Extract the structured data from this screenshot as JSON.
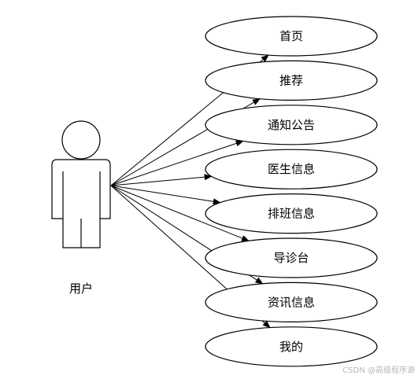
{
  "actor": {
    "label": "用户"
  },
  "use_cases": [
    {
      "label": "首页"
    },
    {
      "label": "推荐"
    },
    {
      "label": "通知公告"
    },
    {
      "label": "医生信息"
    },
    {
      "label": "排班信息"
    },
    {
      "label": "导诊台"
    },
    {
      "label": "资讯信息"
    },
    {
      "label": "我的"
    }
  ],
  "watermark": {
    "text": "CSDN @高级程序源"
  },
  "colors": {
    "stroke": "#000000",
    "background": "#ffffff",
    "watermark": "#b8b8b8"
  }
}
